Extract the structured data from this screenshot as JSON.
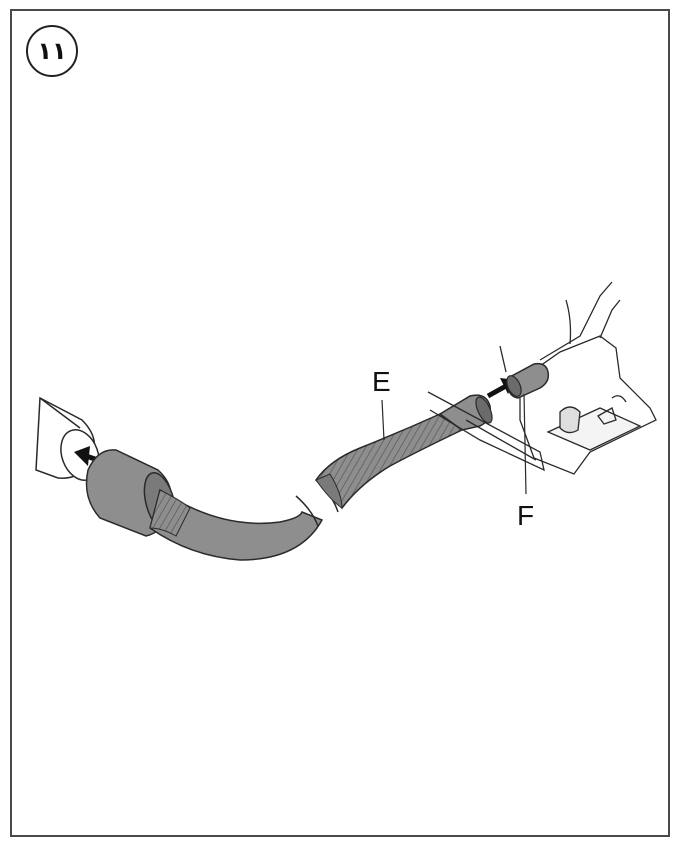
{
  "figure": {
    "step_number": "١١",
    "labels": {
      "e": "E",
      "f": "F"
    },
    "colors": {
      "hose_fill": "#8e8e8e",
      "hose_dark": "#6b6b6b",
      "outline": "#2a2a2a",
      "frame": "#4a4a4a"
    }
  }
}
